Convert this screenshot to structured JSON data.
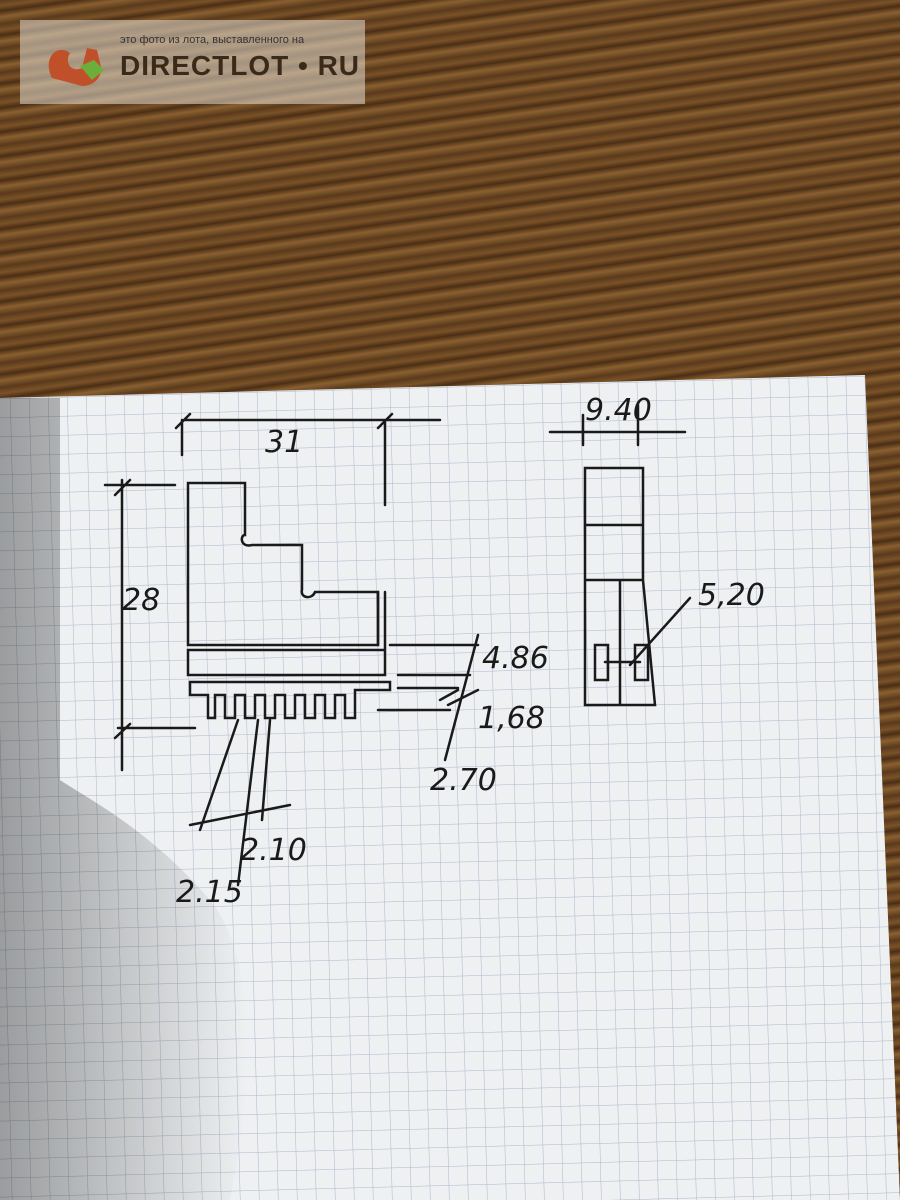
{
  "watermark": {
    "caption": "это фото из лота, выставленного на",
    "brand": "DIRECTLOT • RU"
  },
  "drawing": {
    "dimensions": {
      "width": "31",
      "height": "28",
      "d_4_86": "4.86",
      "d_1_68": "1,68",
      "d_2_70": "2.70",
      "d_2_15": "2.15",
      "d_2_10": "2.10",
      "side_width": "9.40",
      "side_slot": "5,20"
    }
  },
  "colors": {
    "ink": "#1a1a1a",
    "paper": "#eef0f2",
    "grid": "#9fb0c8",
    "wood": "#6a4422"
  }
}
